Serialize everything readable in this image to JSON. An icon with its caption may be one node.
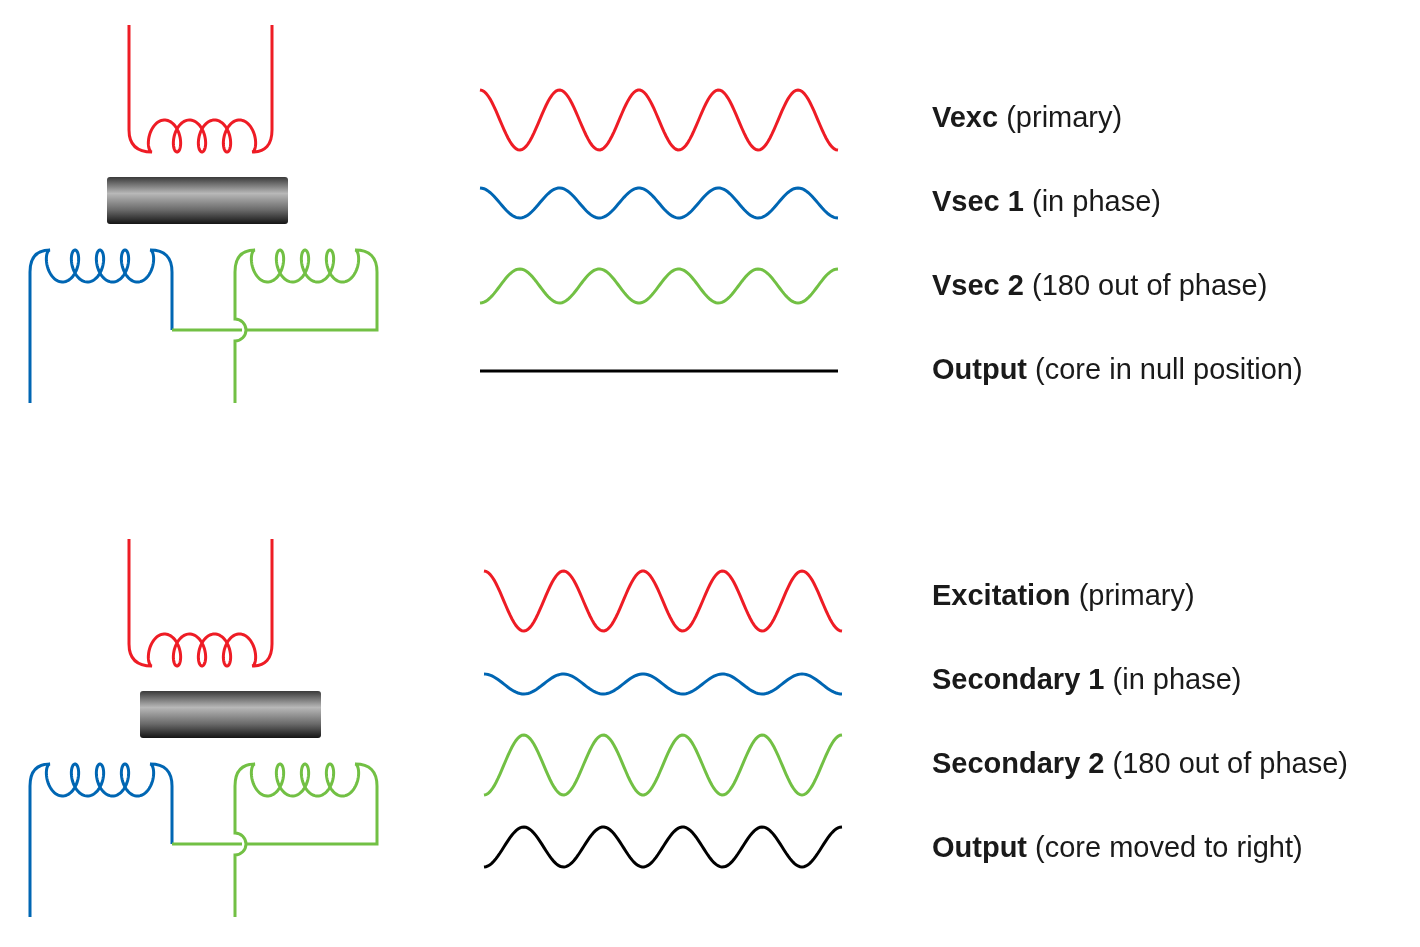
{
  "diagram": {
    "labels": [
      "**Vexc** (primary)",
      "**Vsec 1** (in phase)",
      "**Vsec 2** (180 out of phase)",
      "**Output** (core in null position)",
      "**Excitation** (primary)",
      "**Secondary 1** (in phase)",
      "**Secondary 2** (180 out of phase)",
      "**Output** (core moved to right)"
    ]
  }
}
